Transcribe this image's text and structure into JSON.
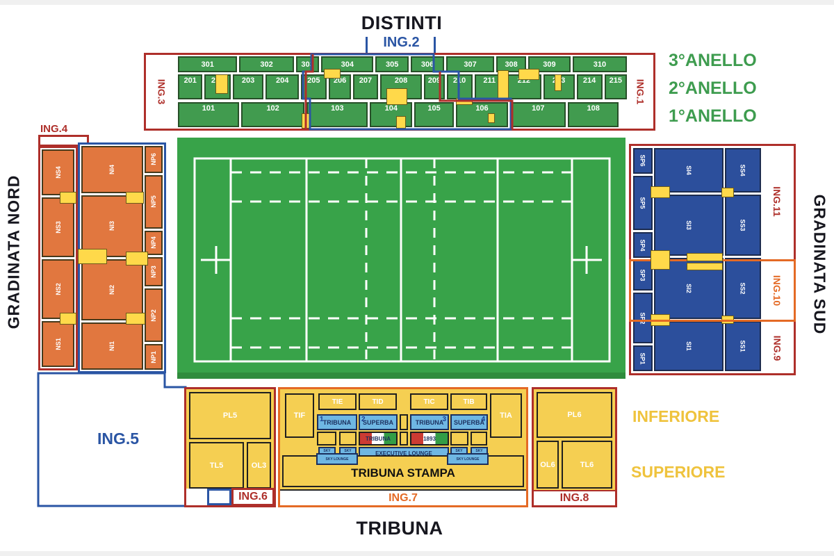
{
  "colors": {
    "red": "#AE2F2A",
    "blue": "#2A55A4",
    "orange": "#E46A25",
    "green_section": "#419B4F",
    "pitch_green": "#38A349",
    "yellow": "#F5CF52",
    "stair_yellow": "#FFD94A",
    "light_blue": "#6FB7E3",
    "orange_section": "#E1773F",
    "blue_section": "#2C4F9C",
    "anello_green": "#3E9C4F",
    "level_yellow": "#EFC33D"
  },
  "titles": {
    "distinti": "DISTINTI",
    "tribuna": "TRIBUNA",
    "gradinata_nord": "GRADINATA NORD",
    "gradinata_sud": "GRADINATA SUD"
  },
  "rings": {
    "r3": "3°ANELLO",
    "r2": "2°ANELLO",
    "r1": "1°ANELLO"
  },
  "levels": {
    "inferiore": "INFERIORE",
    "superiore": "SUPERIORE"
  },
  "entrances": {
    "ing1": "ING.1",
    "ing2": "ING.2",
    "ing3": "ING.3",
    "ing4": "ING.4",
    "ing5": "ING.5",
    "ing6": "ING.6",
    "ing7": "ING.7",
    "ing8": "ING.8",
    "ing9": "ING.9",
    "ing10": "ING.10",
    "ing11": "ING.11"
  },
  "distinti": {
    "r300": [
      "301",
      "302",
      "303",
      "304",
      "305",
      "306",
      "307",
      "308",
      "309",
      "310"
    ],
    "r200": [
      "201",
      "202",
      "203",
      "204",
      "205",
      "206",
      "207",
      "208",
      "209",
      "210",
      "211",
      "212",
      "213",
      "214",
      "215"
    ],
    "r100": [
      "101",
      "102",
      "103",
      "104",
      "105",
      "106",
      "107",
      "108"
    ]
  },
  "nord": {
    "ns": [
      "NS4",
      "NS3",
      "NS2",
      "NS1"
    ],
    "ni": [
      "NI4",
      "NI3",
      "NI2",
      "NI1"
    ],
    "np": [
      "NP6",
      "NP5",
      "NP4",
      "NP3",
      "NP2",
      "NP1"
    ]
  },
  "sud": {
    "sp": [
      "SP6",
      "SP5",
      "SP4",
      "SP3",
      "SP2",
      "SP1"
    ],
    "si": [
      "SI4",
      "SI3",
      "SI2",
      "SI1"
    ],
    "ss": [
      "SS4",
      "SS3",
      "SS2",
      "SS1"
    ]
  },
  "tribuna": {
    "tif": "TIF",
    "tia": "TIA",
    "upper": [
      "TIE",
      "TID",
      "TIC",
      "TIB"
    ],
    "blue_boxes": [
      {
        "n": "1",
        "label": "TRIBUNA"
      },
      {
        "n": "2",
        "label": "SUPERBA"
      },
      {
        "n": "3",
        "label": "TRIBUNA"
      },
      {
        "n": "4",
        "label": "SUPERBA"
      }
    ],
    "flag_boxes": [
      "TRIBUNA",
      "1893"
    ],
    "sky_box": "SKY BOX",
    "executive": "EXECUTIVE LOUNGE",
    "sky_lounge": "SKY LOUNGE",
    "stampa": "TRIBUNA STAMPA",
    "left": {
      "pl5": "PL5",
      "tl5": "TL5",
      "ol3": "OL3"
    },
    "right": {
      "pl6": "PL6",
      "ol6": "OL6",
      "tl6": "TL6"
    }
  }
}
